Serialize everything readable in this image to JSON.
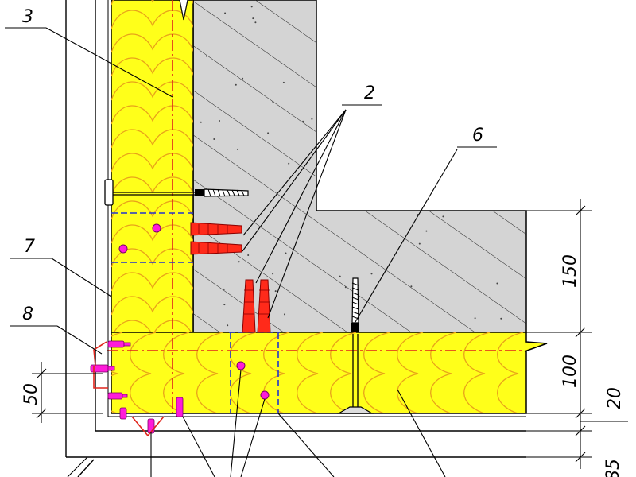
{
  "labels": {
    "item_2": "2",
    "item_3": "3",
    "item_6": "6",
    "item_7": "7",
    "item_8": "8"
  },
  "dimensions": {
    "d150": "150",
    "d100": "100",
    "d20": "20",
    "d50": "50",
    "d85": "85"
  },
  "colors": {
    "insulation": "#ffff1a",
    "insulation_wave": "#e8a21a",
    "concrete": "#d4d4d4",
    "hatch": "#222222",
    "axis": "#e0241b",
    "anchor": "#ff2a1a",
    "fastener": "#ff1ad9",
    "grid": "#2233cc"
  }
}
